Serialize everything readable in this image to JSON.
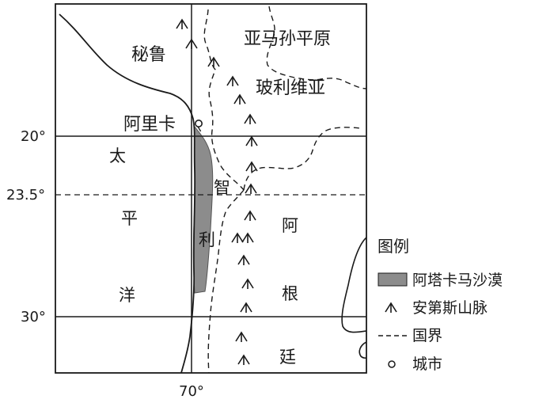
{
  "map": {
    "grid": {
      "latitudes": [
        "20°",
        "23.5°",
        "30°"
      ],
      "longitude": "70°"
    },
    "labels": {
      "peru": "秘鲁",
      "amazon_plain": "亚马孙平原",
      "bolivia": "玻利维亚",
      "arica": "阿里卡",
      "pacific_1": "太",
      "pacific_2": "平",
      "pacific_3": "洋",
      "chile_1": "智",
      "chile_2": "利",
      "argentina_1": "阿",
      "argentina_2": "根",
      "argentina_3": "廷"
    },
    "colors": {
      "line": "#1a1a1a",
      "desert_fill": "#8c8c8c",
      "background": "#ffffff"
    },
    "mountain_symbol_icon": "mountain-peak-icon"
  },
  "legend": {
    "title": "图例",
    "items": [
      {
        "symbol": "desert-swatch",
        "label": "阿塔卡马沙漠"
      },
      {
        "symbol": "mountain-peak-icon",
        "label": "安第斯山脉"
      },
      {
        "symbol": "dashed-border-line",
        "label": "国界"
      },
      {
        "symbol": "city-circle-icon",
        "label": "城市"
      }
    ]
  }
}
